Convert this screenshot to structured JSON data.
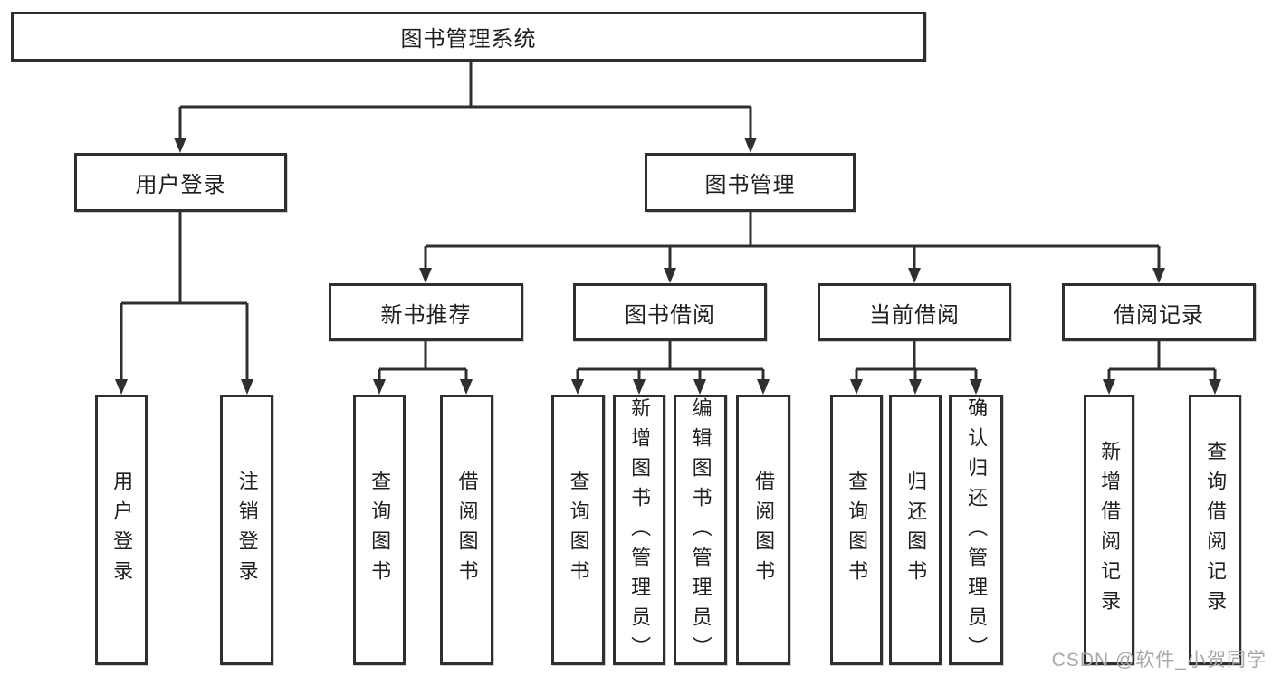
{
  "diagram": {
    "root": "图书管理系统",
    "level2": {
      "user_login": "用户登录",
      "book_mgmt": "图书管理"
    },
    "level3": {
      "new_books": "新书推荐",
      "book_borrow": "图书借阅",
      "current_borrow": "当前借阅",
      "borrow_records": "借阅记录"
    },
    "leaves": {
      "user_login": [
        "用户登录",
        "注销登录"
      ],
      "new_books": [
        "查询图书",
        "借阅图书"
      ],
      "book_borrow": [
        "查询图书",
        "新增图书（管理员）",
        "编辑图书（管理员）",
        "借阅图书"
      ],
      "current_borrow": [
        "查询图书",
        "归还图书",
        "确认归还（管理员）"
      ],
      "borrow_records": [
        "新增借阅记录",
        "查询借阅记录"
      ]
    }
  },
  "watermark": "CSDN @软件_小贺同学",
  "colors": {
    "line": "#2f2f2f",
    "text": "#1f1f1f",
    "watermark": "#a9a9a9",
    "background": "#ffffff"
  }
}
